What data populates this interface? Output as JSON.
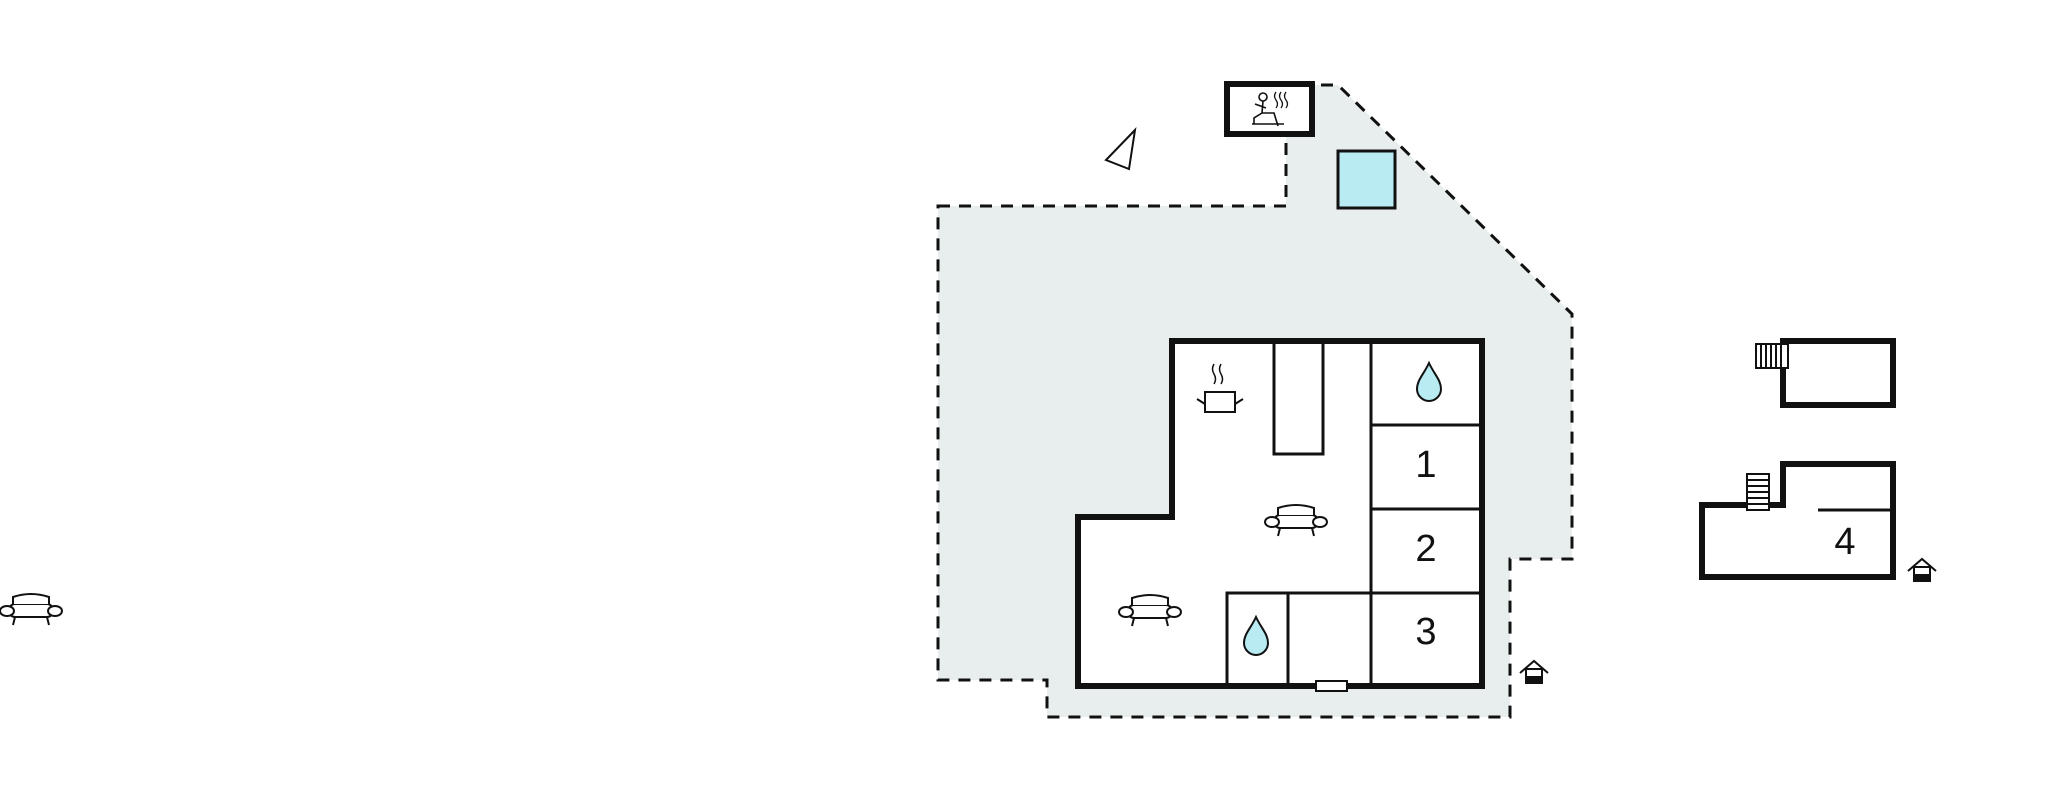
{
  "floorplan": {
    "colors": {
      "wall": "#111111",
      "terrace_fill": "#e8eeed",
      "pool_fill": "#b9ebf3",
      "water_icon_fill": "#b9ebf3",
      "room_fill": "#ffffff"
    },
    "room_labels": {
      "bedroom_1": "1",
      "bedroom_2": "2",
      "bedroom_3": "3",
      "annex_bedroom_4": "4"
    },
    "icons": [
      "sauna-icon",
      "north-arrow-icon",
      "pool-icon",
      "kitchen-icon",
      "bathroom-icon",
      "living-room-icon",
      "entrance-icon",
      "stairs-icon"
    ]
  }
}
